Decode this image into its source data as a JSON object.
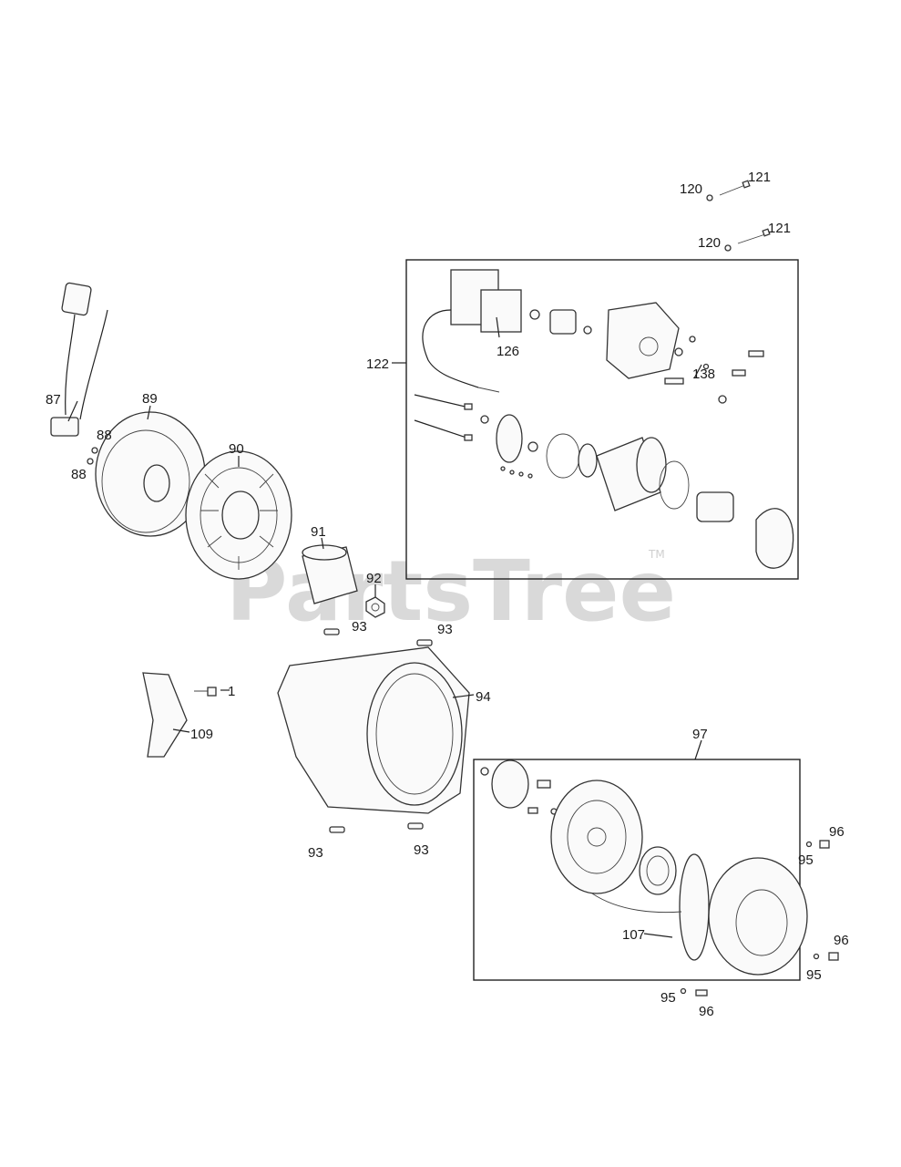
{
  "watermark": {
    "text": "PartsTree",
    "trademark": "TM"
  },
  "labels": {
    "l120a": "120",
    "l121a": "121",
    "l120b": "120",
    "l121b": "121",
    "l122": "122",
    "l126": "126",
    "l138": "138",
    "l87": "87",
    "l88a": "88",
    "l88b": "88",
    "l89": "89",
    "l90": "90",
    "l91": "91",
    "l92": "92",
    "l93a": "93",
    "l93b": "93",
    "l93c": "93",
    "l93d": "93",
    "l1": "1",
    "l94": "94",
    "l109": "109",
    "l97": "97",
    "l96a": "96",
    "l95a": "95",
    "l96b": "96",
    "l95b": "95",
    "l107": "107",
    "l95c": "95",
    "l96c": "96"
  }
}
